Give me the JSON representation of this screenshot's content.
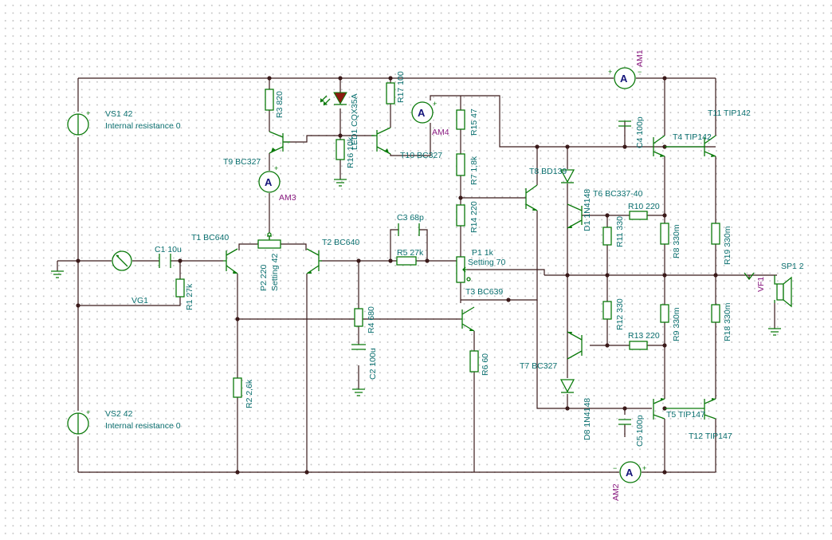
{
  "labels": {
    "vs1_name": "VS1 42",
    "vs1_sub": "Internal resistance 0",
    "vs2_name": "VS2 42",
    "vs2_sub": "Internal resistance 0",
    "vg1": "VG1",
    "c1": "C1 10u",
    "r1": "R1 27k",
    "t1": "T1 BC640",
    "t2": "T2 BC640",
    "p2a": "P2 220",
    "p2b": "Setting 42",
    "r2": "R2 2,6k",
    "r3": "R3 820",
    "t9": "T9 BC327",
    "am3": "AM3",
    "led": "LED1 CQX35A",
    "r16": "R16 10k",
    "r17": "R17 100",
    "t10": "T10 BC327",
    "am4": "AM4",
    "r15": "R15 47",
    "r7": "R7 1,8k",
    "r14": "R14 220",
    "c3": "C3 68p",
    "r5": "R5 27k",
    "r4": "R4 680",
    "c2": "C2 100u",
    "p1a": "P1 1k",
    "p1b": "Setting 70",
    "t3": "T3 BC639",
    "r6": "R6 60",
    "t8": "T8 BD139",
    "d1": "D1 1N4148",
    "t6": "T6 BC337-40",
    "r10": "R10 220",
    "r11": "R11 330",
    "r12": "R12 330",
    "r13": "R13 220",
    "t7": "T7 BC327",
    "d8": "D8 1N4148",
    "c4": "C4 100p",
    "c5": "C5 100p",
    "t4": "T4 TIP142",
    "t11": "T11 TIP142",
    "t5": "T5 TIP147",
    "t12": "T12 TIP147",
    "r8": "R8 330m",
    "r9": "R9 330m",
    "r18": "R18 330m",
    "r19": "R19 330m",
    "am1": "AM1",
    "am2": "AM2",
    "sp1": "SP1 2",
    "vf1": "VF1"
  },
  "meter_glyph": "A",
  "plus": "+",
  "minus": "−",
  "icons": {
    "dc_source": "dc-voltage-source-icon",
    "ac_source": "ac-signal-generator-icon",
    "ammeter": "ammeter-icon",
    "speaker": "speaker-icon",
    "ground": "ground-icon",
    "led": "led-icon"
  },
  "colors": {
    "wire": "#3b1a1a",
    "component": "#0a7a0a",
    "label": "#0a6f6f",
    "meter_label": "#8b1d82",
    "led_fill": "#8b1a10",
    "meter_text": "#14147a"
  }
}
